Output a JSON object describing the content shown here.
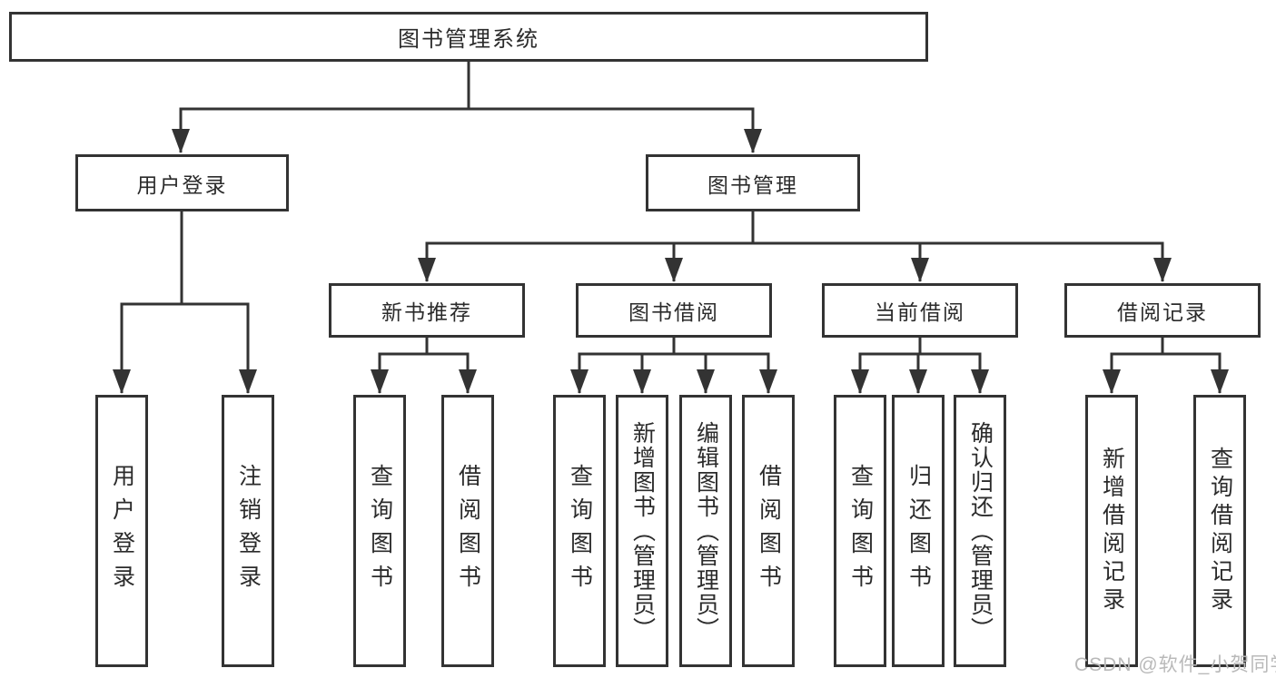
{
  "diagram": {
    "root": {
      "label": "图书管理系统"
    },
    "level2": [
      {
        "label": "用户登录"
      },
      {
        "label": "图书管理"
      }
    ],
    "level3": [
      {
        "label": "新书推荐"
      },
      {
        "label": "图书借阅"
      },
      {
        "label": "当前借阅"
      },
      {
        "label": "借阅记录"
      }
    ],
    "leaves": [
      {
        "label": "用户登录"
      },
      {
        "label": "注销登录"
      },
      {
        "label": "查询图书"
      },
      {
        "label": "借阅图书"
      },
      {
        "label": "查询图书"
      },
      {
        "label": "新增图书（管理员）"
      },
      {
        "label": "编辑图书（管理员）"
      },
      {
        "label": "借阅图书"
      },
      {
        "label": "查询图书"
      },
      {
        "label": "归还图书"
      },
      {
        "label": "确认归还（管理员）"
      },
      {
        "label": "新增借阅记录"
      },
      {
        "label": "查询借阅记录"
      }
    ],
    "watermark": "CSDN @软件_小贺同学",
    "colors": {
      "line": "#333333",
      "text": "#2b2b2b",
      "box_background": "#ffffff",
      "watermark": "#b9b9b9"
    }
  }
}
